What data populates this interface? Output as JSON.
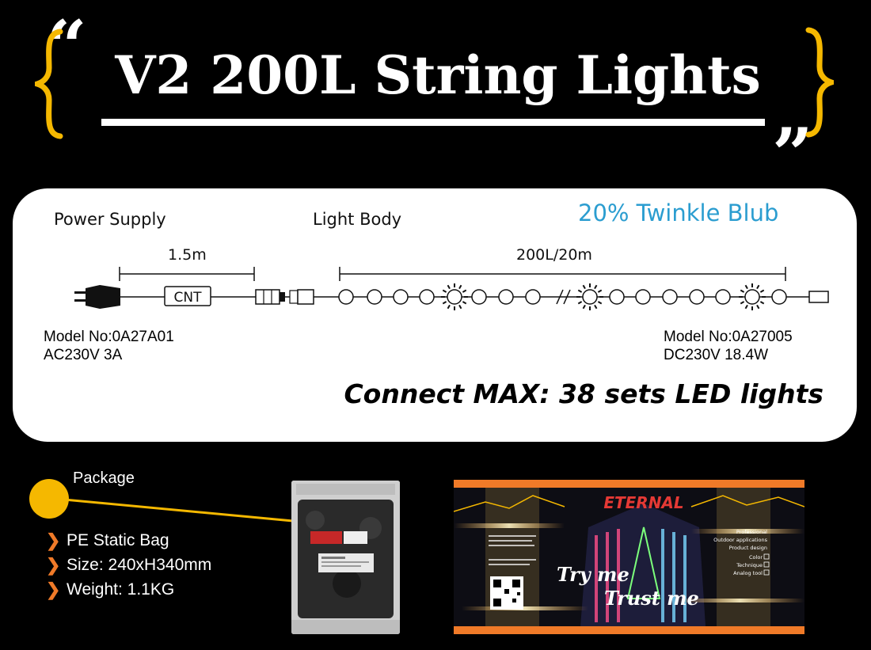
{
  "title": "V2 200L String Lights",
  "quote_open": "“",
  "quote_close": "”",
  "colors": {
    "accent": "#f5b800",
    "twinkle_text": "#2b9dd0",
    "bullet_arrow": "#f07a28",
    "panel": "#ffffff",
    "background": "#000000"
  },
  "diagram": {
    "power_supply_label": "Power Supply",
    "light_body_label": "Light Body",
    "twinkle_label": "20% Twinkle Blub",
    "cable_length": "1.5m",
    "body_length": "200L/20m",
    "controller_label": "CNT",
    "left_model": [
      "Model No:0A27A01",
      "AC230V 3A"
    ],
    "right_model": [
      "Model No:0A27005",
      "DC230V 18.4W"
    ],
    "connect_max": "Connect MAX: 38 sets LED lights"
  },
  "package": {
    "title": "Package",
    "items": [
      "PE Static Bag",
      "Size: 240xH340mm",
      "Weight: 1.1KG"
    ]
  },
  "packaging_box": {
    "brand": "ETERNAL",
    "slogan_1": "Try me",
    "slogan_2": "Trust me",
    "right_panel_lines": [
      "Professional",
      "Outdoor applications",
      "Product design",
      "Color",
      "Technique",
      "Analog tool"
    ]
  }
}
